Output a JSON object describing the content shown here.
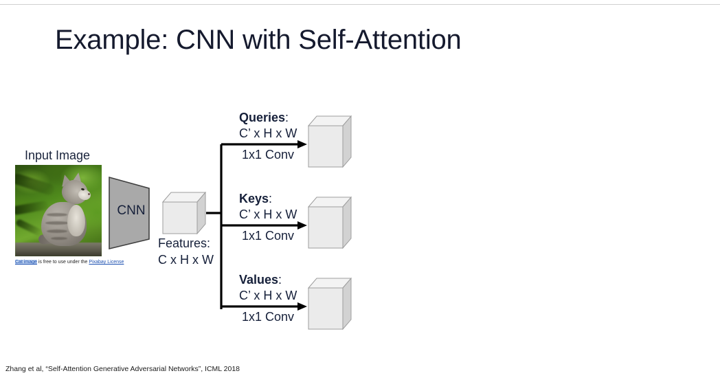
{
  "slide": {
    "title": "Example: CNN with Self-Attention",
    "citation": "Zhang et al, “Self-Attention Generative Adversarial Networks”, ICML 2018"
  },
  "input": {
    "label": "Input Image",
    "credit": {
      "link1": "Cat image",
      "middle": " is free to use under the ",
      "link2": "Pixabay License"
    }
  },
  "encoder": {
    "cnn_label": "CNN",
    "features_label": "Features:",
    "features_dims": "C x H x W"
  },
  "branches": [
    {
      "name": "Queries",
      "head_bold": "Queries",
      "head_colon": ":",
      "dims": "C’ x H x W",
      "conv": "1x1 Conv"
    },
    {
      "name": "Keys",
      "head_bold": "Keys",
      "head_colon": ":",
      "dims": "C’ x H x W",
      "conv": "1x1 Conv"
    },
    {
      "name": "Values",
      "head_bold": "Values",
      "head_colon": ":",
      "dims": "C’ x H x W",
      "conv": "1x1 Conv"
    }
  ],
  "colors": {
    "title": "#151a2e",
    "body_text": "#16203a",
    "cnn_fill": "#a9a9a9",
    "cnn_stroke": "#3f3f3f",
    "cube_front": "#ebebeb",
    "cube_top": "#f3f3f3",
    "cube_side": "#d2d2d2",
    "cube_stroke": "#9c9c9c",
    "connector": "#000000",
    "link": "#1b4fb0",
    "rule": "#d0d0d0"
  }
}
